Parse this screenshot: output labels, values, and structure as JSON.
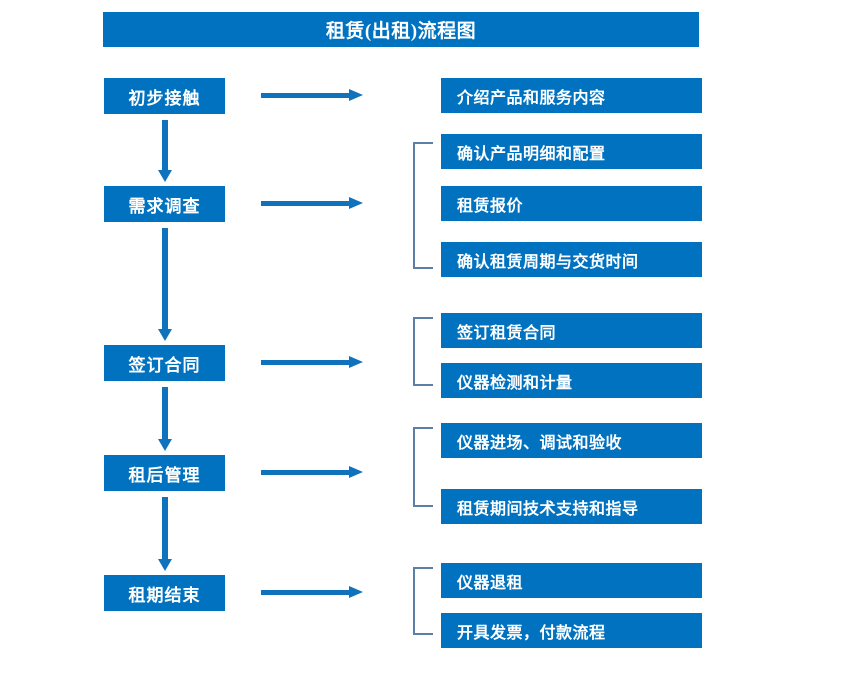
{
  "title": "租赁(出租)流程图",
  "colors": {
    "box_fill": "#0072c0",
    "box_text": "#ffffff",
    "arrow": "#1072bd",
    "bracket": "#5b7fa6",
    "background": "#ffffff"
  },
  "stages": [
    {
      "label": "初步接触"
    },
    {
      "label": "需求调查"
    },
    {
      "label": "签订合同"
    },
    {
      "label": "租后管理"
    },
    {
      "label": "租期结束"
    }
  ],
  "details": [
    {
      "label": "介绍产品和服务内容"
    },
    {
      "label": "确认产品明细和配置"
    },
    {
      "label": "租赁报价"
    },
    {
      "label": "确认租赁周期与交货时间"
    },
    {
      "label": "签订租赁合同"
    },
    {
      "label": "仪器检测和计量"
    },
    {
      "label": "仪器进场、调试和验收"
    },
    {
      "label": "租赁期间技术支持和指导"
    },
    {
      "label": "仪器退租"
    },
    {
      "label": "开具发票，付款流程"
    }
  ],
  "chart_data": {
    "type": "diagram",
    "title": "租赁(出租)流程图",
    "nodes": [
      {
        "id": "s1",
        "label": "初步接触",
        "column": "stage",
        "order": 1
      },
      {
        "id": "s2",
        "label": "需求调查",
        "column": "stage",
        "order": 2
      },
      {
        "id": "s3",
        "label": "签订合同",
        "column": "stage",
        "order": 3
      },
      {
        "id": "s4",
        "label": "租后管理",
        "column": "stage",
        "order": 4
      },
      {
        "id": "s5",
        "label": "租期结束",
        "column": "stage",
        "order": 5
      },
      {
        "id": "d1",
        "label": "介绍产品和服务内容",
        "column": "detail",
        "parent": "s1"
      },
      {
        "id": "d2",
        "label": "确认产品明细和配置",
        "column": "detail",
        "parent": "s2"
      },
      {
        "id": "d3",
        "label": "租赁报价",
        "column": "detail",
        "parent": "s2"
      },
      {
        "id": "d4",
        "label": "确认租赁周期与交货时间",
        "column": "detail",
        "parent": "s2"
      },
      {
        "id": "d5",
        "label": "签订租赁合同",
        "column": "detail",
        "parent": "s3"
      },
      {
        "id": "d6",
        "label": "仪器检测和计量",
        "column": "detail",
        "parent": "s3"
      },
      {
        "id": "d7",
        "label": "仪器进场、调试和验收",
        "column": "detail",
        "parent": "s4"
      },
      {
        "id": "d8",
        "label": "租赁期间技术支持和指导",
        "column": "detail",
        "parent": "s4"
      },
      {
        "id": "d9",
        "label": "仪器退租",
        "column": "detail",
        "parent": "s5"
      },
      {
        "id": "d10",
        "label": "开具发票，付款流程",
        "column": "detail",
        "parent": "s5"
      }
    ],
    "edges": [
      {
        "from": "s1",
        "to": "s2",
        "type": "down-arrow"
      },
      {
        "from": "s2",
        "to": "s3",
        "type": "down-arrow"
      },
      {
        "from": "s3",
        "to": "s4",
        "type": "down-arrow"
      },
      {
        "from": "s4",
        "to": "s5",
        "type": "down-arrow"
      },
      {
        "from": "s1",
        "to": "d1",
        "type": "right-arrow"
      },
      {
        "from": "s2",
        "to": "d2",
        "type": "right-arrow"
      },
      {
        "from": "s3",
        "to": "d5",
        "type": "right-arrow"
      },
      {
        "from": "s4",
        "to": "d7",
        "type": "right-arrow"
      },
      {
        "from": "s5",
        "to": "d9",
        "type": "right-arrow"
      }
    ]
  }
}
